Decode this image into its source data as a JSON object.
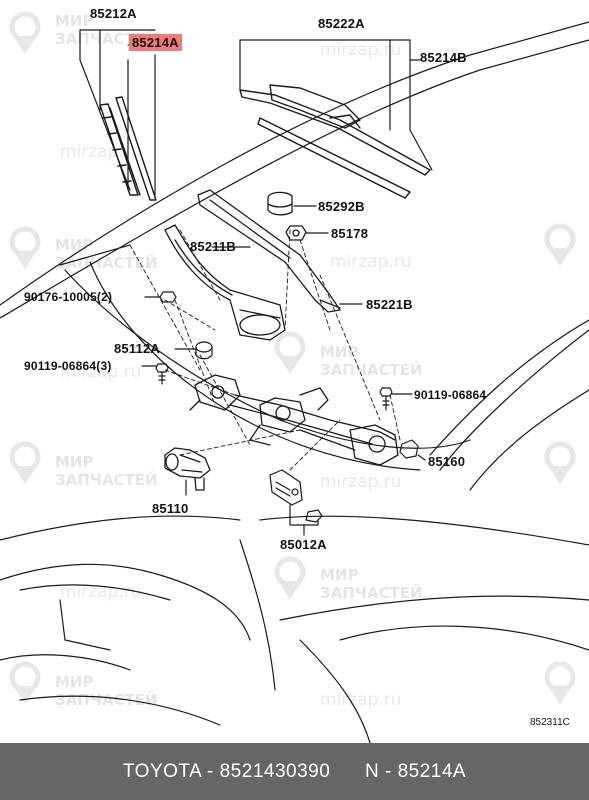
{
  "diagram": {
    "parts": {
      "p85212A": "85212A",
      "p85214A": "85214A",
      "p85222A": "85222A",
      "p85214B": "85214B",
      "p85292B": "85292B",
      "p85178": "85178",
      "p85211B": "85211B",
      "p90176": "90176-10005(2)",
      "p85221B": "85221B",
      "p85112A": "85112A",
      "p90119a": "90119-06864(3)",
      "p90119b": "90119-06864",
      "p85160": "85160",
      "p85110": "85110",
      "p85012A": "85012A"
    },
    "ref_code": "852311C",
    "highlight_color": "#f07a7a"
  },
  "watermark": {
    "brand_line1": "МИР",
    "brand_line2": "ЗАПЧАСТЕЙ",
    "url": "mirzap.ru",
    "icon": "location-pin-icon"
  },
  "footer": {
    "text": "TOYOTA - 8521430390      N - 85214A",
    "background": "#666666"
  }
}
